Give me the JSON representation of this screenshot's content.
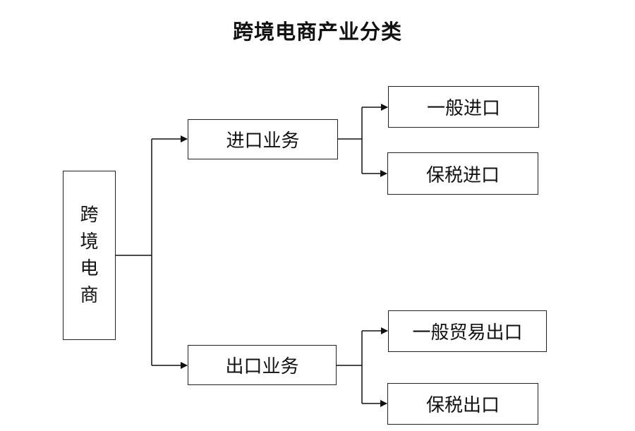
{
  "title": "跨境电商产业分类",
  "root": {
    "label": [
      "跨",
      "境",
      "电",
      "商"
    ]
  },
  "branches": [
    {
      "label": "进口业务",
      "children": [
        "一般进口",
        "保税进口"
      ]
    },
    {
      "label": "出口业务",
      "children": [
        "一般贸易出口",
        "保税出口"
      ]
    }
  ]
}
